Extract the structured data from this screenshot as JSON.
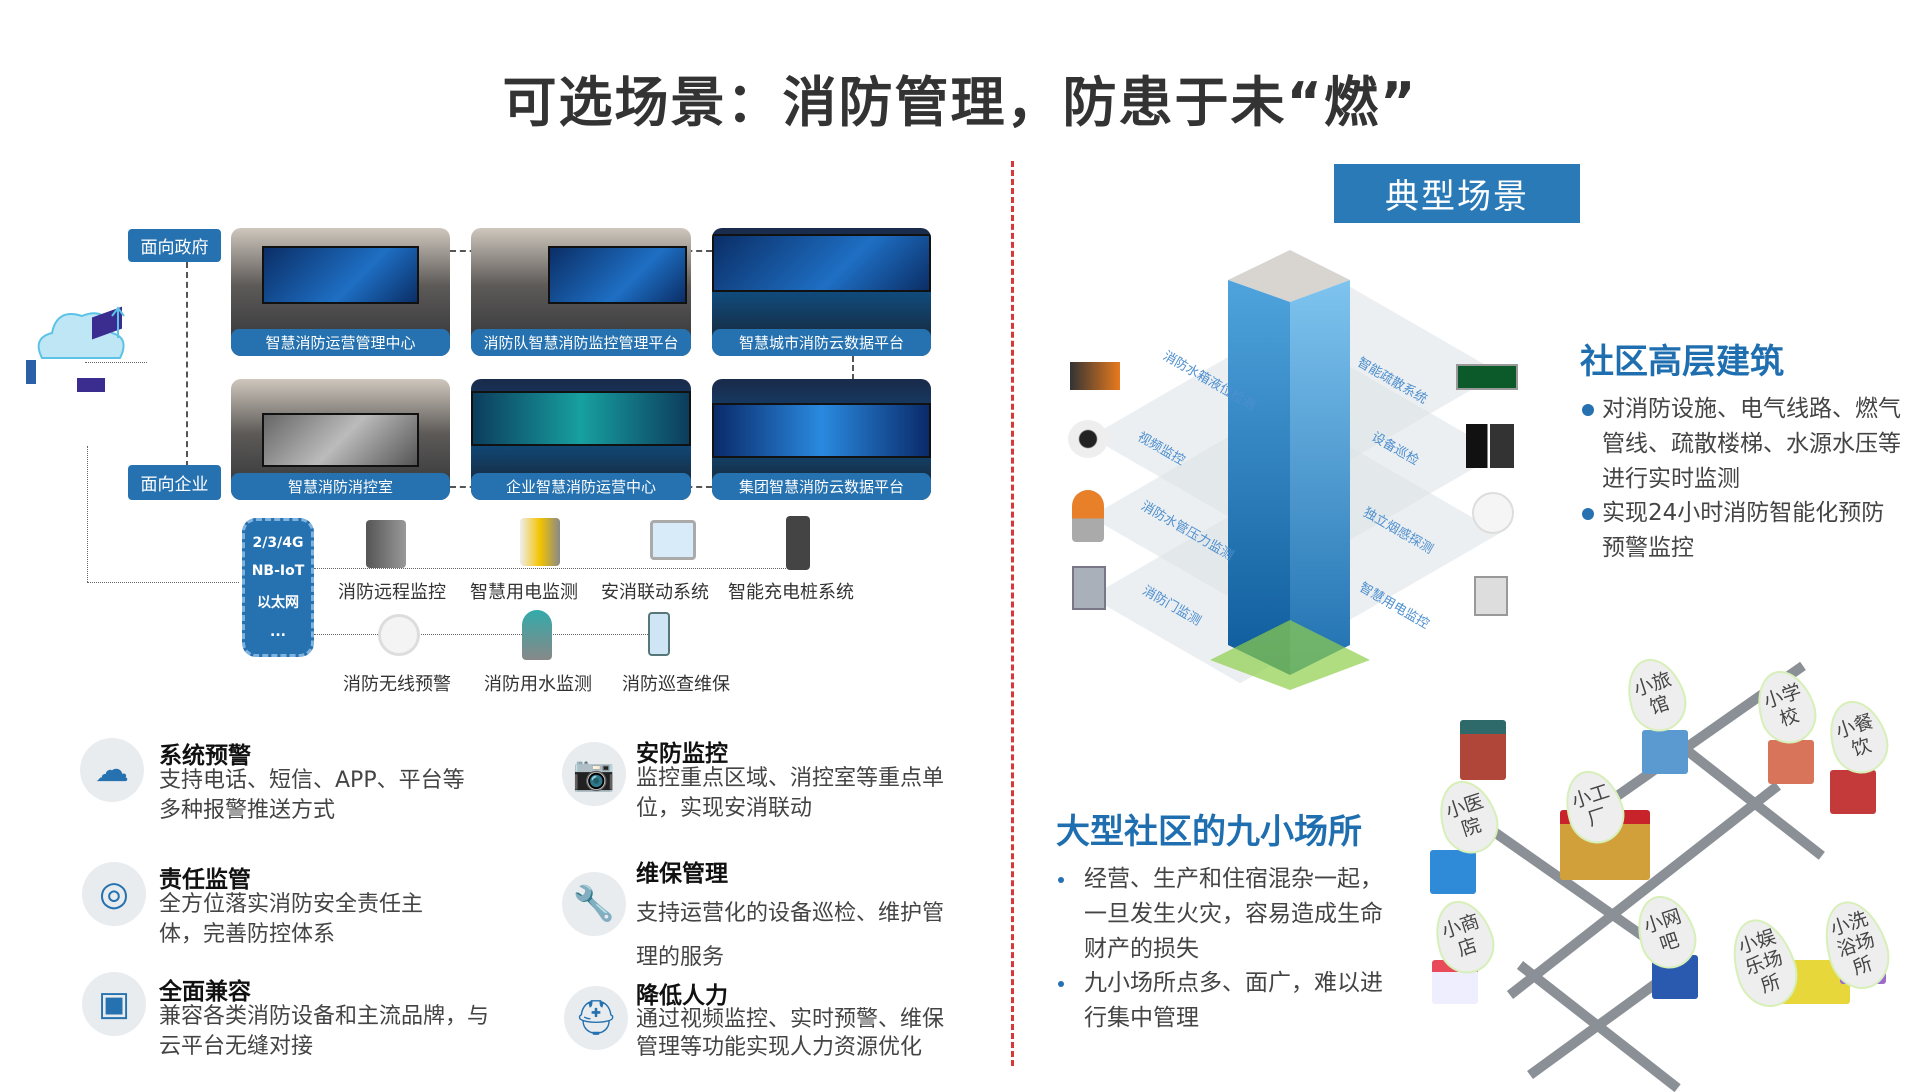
{
  "title": "可选场景：消防管理，防患于未“燃”",
  "left": {
    "gov_label": "面向政府",
    "ent_label": "面向企业",
    "tiles": [
      "智慧消防运营管理中心",
      "消防队智慧消防监控管理平台",
      "智慧城市消防云数据平台",
      "智慧消防消控室",
      "企业智慧消防运营中心",
      "集团智慧消防云数据平台"
    ],
    "network": [
      "2/3/4G",
      "NB-IoT",
      "以太网",
      "..."
    ],
    "devices_row1": [
      "消防远程监控",
      "智慧用电监测",
      "安消联动系统",
      "智能充电桩系统"
    ],
    "devices_row2": [
      "消防无线预警",
      "消防用水监测",
      "消防巡查维保"
    ],
    "features": [
      {
        "icon": "cloud-network-icon",
        "title": "系统预警",
        "desc": "支持电话、短信、APP、平台等多种报警推送方式"
      },
      {
        "icon": "camera-icon",
        "title": "安防监控",
        "desc": "监控重点区域、消控室等重点单位，实现安消联动"
      },
      {
        "icon": "person-target-icon",
        "title": "责任监管",
        "desc": "全方位落实消防安全责任主体，完善防控体系"
      },
      {
        "icon": "wrench-hand-icon",
        "title": "维保管理",
        "desc": "支持运营化的设备巡检、维护管理的服务"
      },
      {
        "icon": "chip-icon",
        "title": "全面兼容",
        "desc": "兼容各类消防设备和主流品牌，与云平台无缝对接"
      },
      {
        "icon": "worker-helmet-icon",
        "title": "降低人力",
        "desc": "通过视频监控、实时预警、维保管理等功能实现人力资源优化"
      }
    ]
  },
  "right": {
    "scene_tag": "典型场景",
    "building_labels_left": [
      "消防水箱液位检测",
      "视频监控",
      "消防水管压力监测",
      "消防门监测"
    ],
    "building_labels_right": [
      "智能疏散系统",
      "设备巡检",
      "独立烟感探测",
      "智慧用电监控"
    ],
    "highrise_title": "社区高层建筑",
    "highrise_bullets": [
      "对消防设施、电气线路、燃气管线、疏散楼梯、水源水压等进行实时监测",
      "实现24小时消防智能化预防预警监控"
    ],
    "nine_title": "大型社区的九小场所",
    "nine_bullets": [
      "经营、生产和住宿混杂一起，一旦发生火灾，容易造成生命财产的损失",
      "九小场所点多、面广，难以进行集中管理"
    ],
    "places": [
      "小旅馆",
      "小学校",
      "小餐饮",
      "小医院",
      "小工厂",
      "小商店",
      "小网吧",
      "小娱乐场所",
      "小洗浴场所"
    ]
  },
  "colors": {
    "accent": "#2672b0",
    "divider": "#d9383a",
    "heading": "#1f6fb0"
  }
}
